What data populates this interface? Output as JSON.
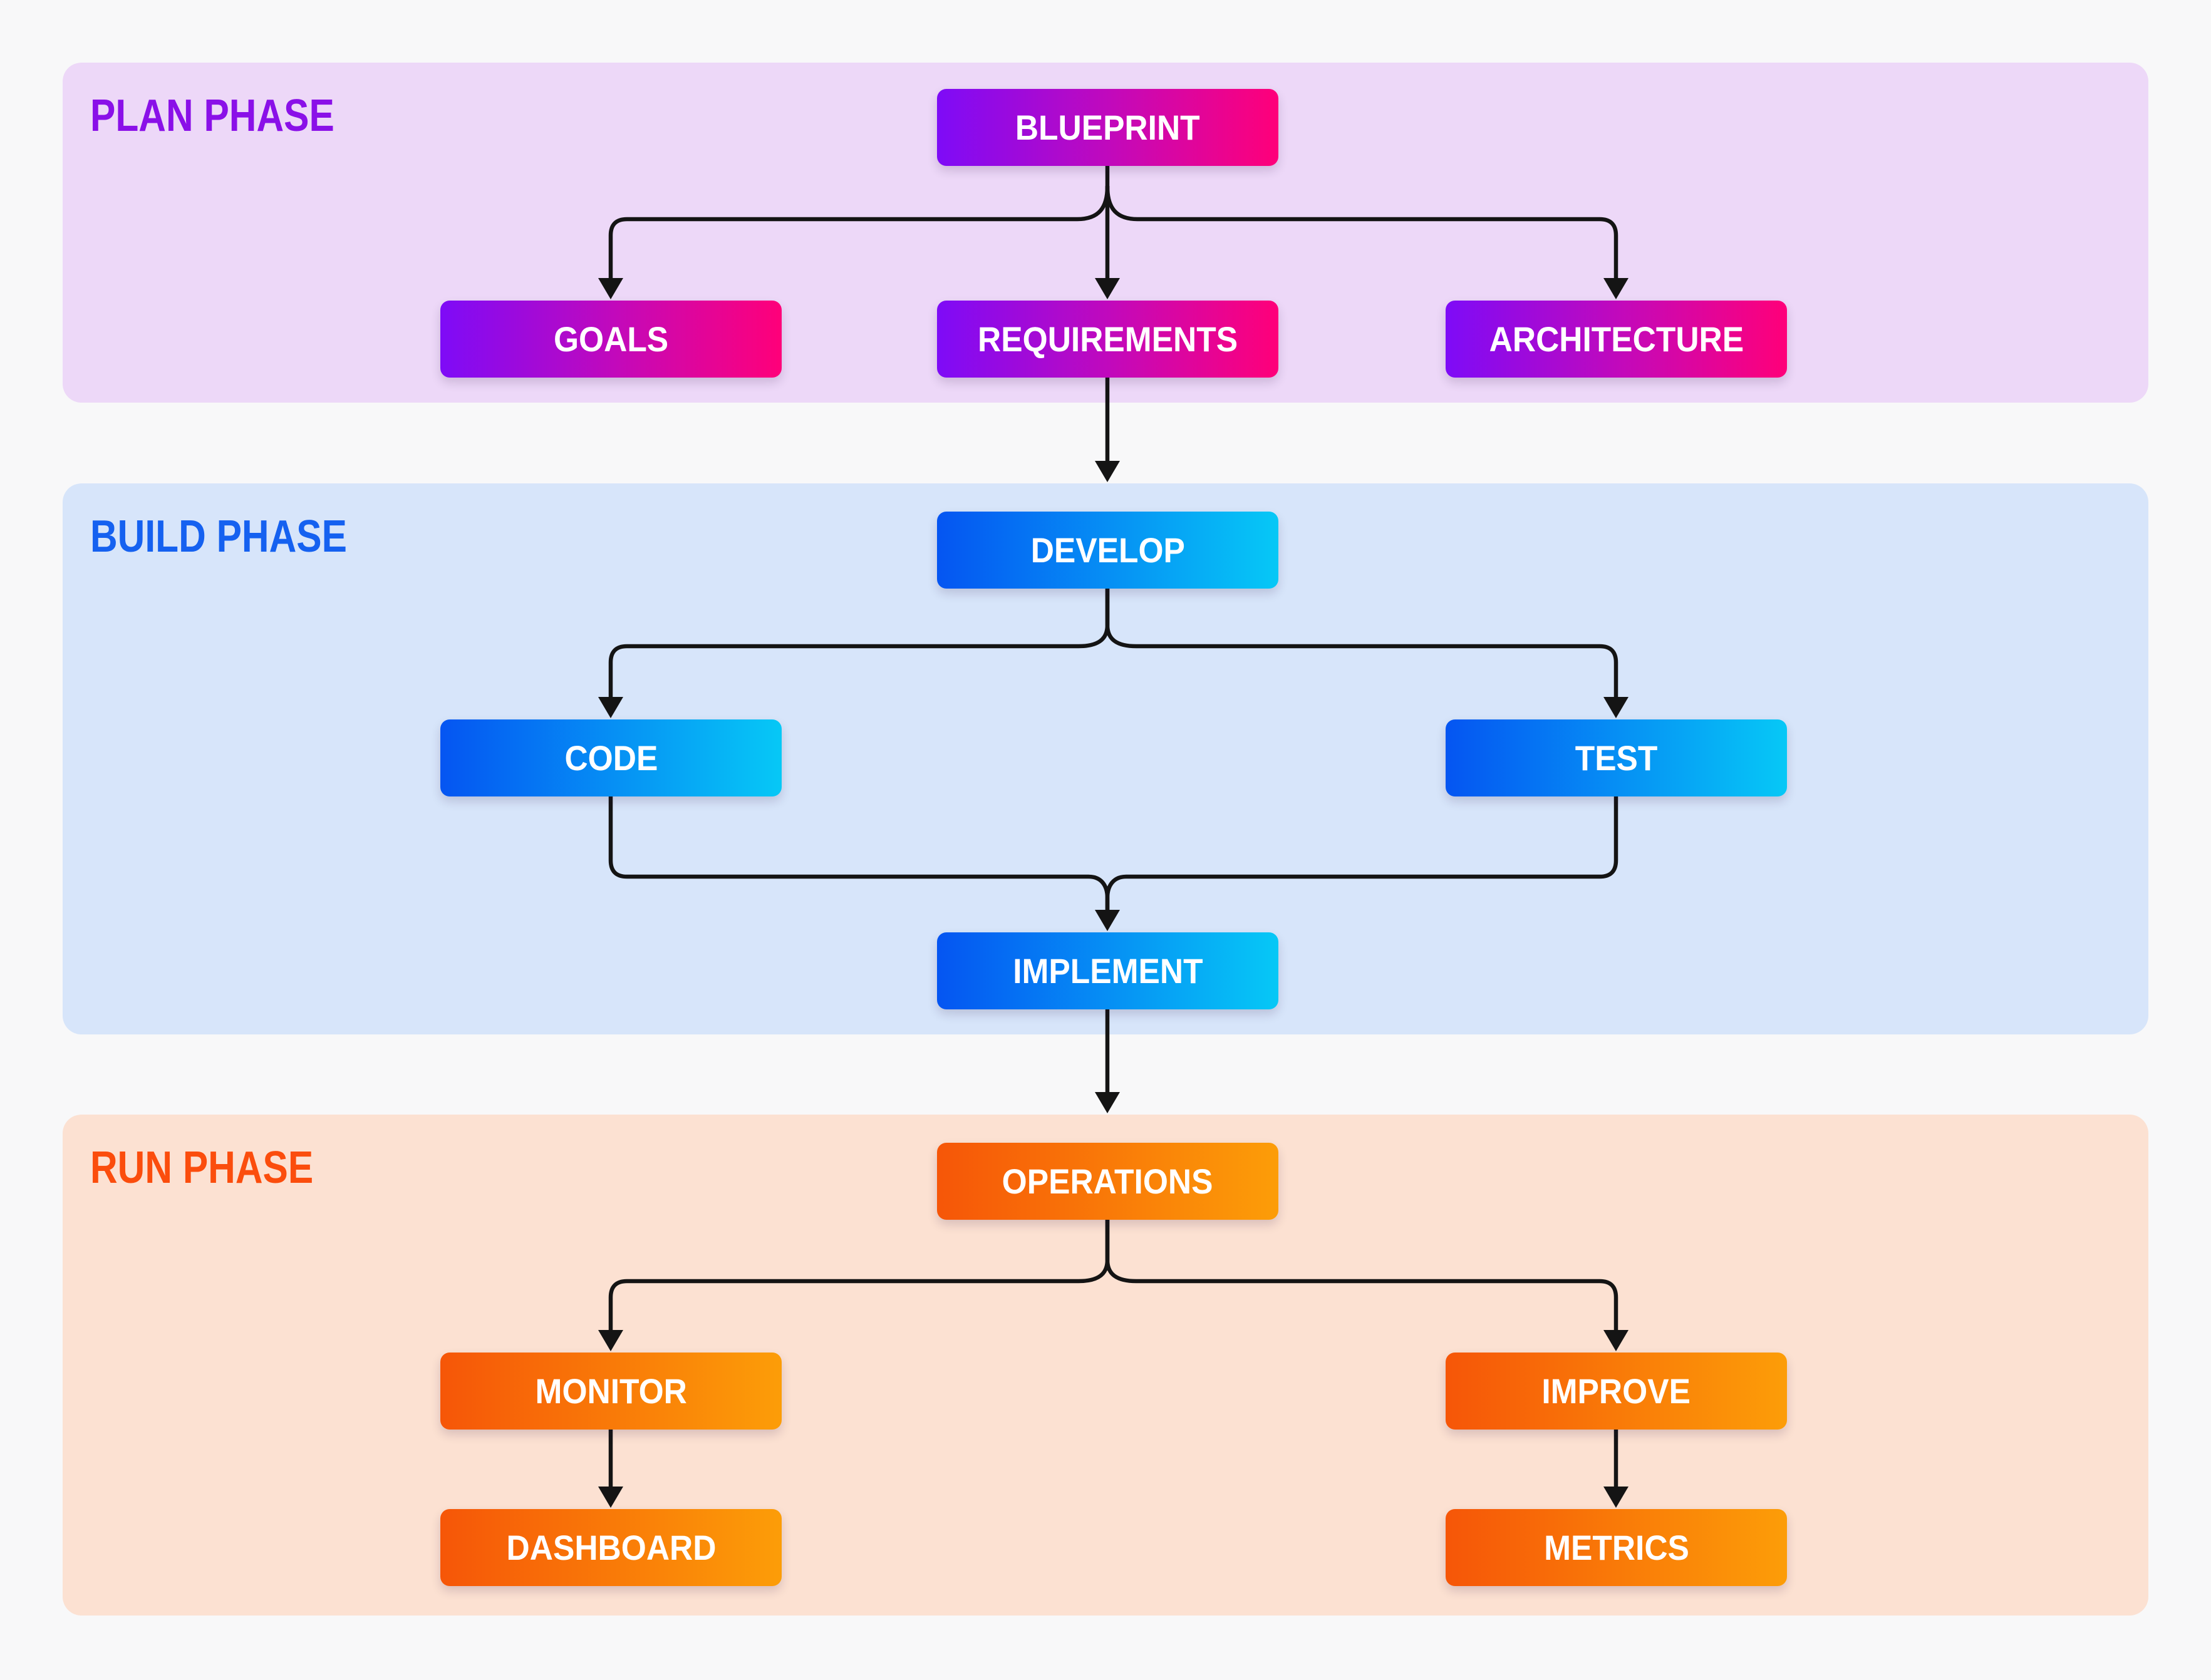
{
  "diagram": {
    "connector_color": "#141414",
    "background_color": "#f8f8f9"
  },
  "phases": [
    {
      "id": "plan",
      "label": "PLAN PHASE",
      "label_color": "#8a10e8",
      "panel_color": "#edd8f8",
      "node_gradient": [
        "#7e0bf7",
        "#c309ba",
        "#ff0079"
      ]
    },
    {
      "id": "build",
      "label": "BUILD PHASE",
      "label_color": "#1561f0",
      "panel_color": "#d7e5fa",
      "node_gradient": [
        "#0555f2",
        "#06c8f6"
      ]
    },
    {
      "id": "run",
      "label": "RUN PHASE",
      "label_color": "#fb4d0d",
      "panel_color": "#fce1d2",
      "node_gradient": [
        "#f65608",
        "#fc9d08"
      ]
    }
  ],
  "nodes": {
    "blueprint": {
      "label": "BLUEPRINT",
      "phase": "plan"
    },
    "goals": {
      "label": "GOALS",
      "phase": "plan"
    },
    "requirements": {
      "label": "REQUIREMENTS",
      "phase": "plan"
    },
    "architecture": {
      "label": "ARCHITECTURE",
      "phase": "plan"
    },
    "develop": {
      "label": "DEVELOP",
      "phase": "build"
    },
    "code": {
      "label": "CODE",
      "phase": "build"
    },
    "test": {
      "label": "TEST",
      "phase": "build"
    },
    "implement": {
      "label": "IMPLEMENT",
      "phase": "build"
    },
    "operations": {
      "label": "OPERATIONS",
      "phase": "run"
    },
    "monitor": {
      "label": "MONITOR",
      "phase": "run"
    },
    "improve": {
      "label": "IMPROVE",
      "phase": "run"
    },
    "dashboard": {
      "label": "DASHBOARD",
      "phase": "run"
    },
    "metrics": {
      "label": "METRICS",
      "phase": "run"
    }
  },
  "edges": [
    [
      "blueprint",
      "goals"
    ],
    [
      "blueprint",
      "requirements"
    ],
    [
      "blueprint",
      "architecture"
    ],
    [
      "requirements",
      "develop"
    ],
    [
      "develop",
      "code"
    ],
    [
      "develop",
      "test"
    ],
    [
      "code",
      "implement"
    ],
    [
      "test",
      "implement"
    ],
    [
      "implement",
      "operations"
    ],
    [
      "operations",
      "monitor"
    ],
    [
      "operations",
      "improve"
    ],
    [
      "monitor",
      "dashboard"
    ],
    [
      "improve",
      "metrics"
    ]
  ]
}
